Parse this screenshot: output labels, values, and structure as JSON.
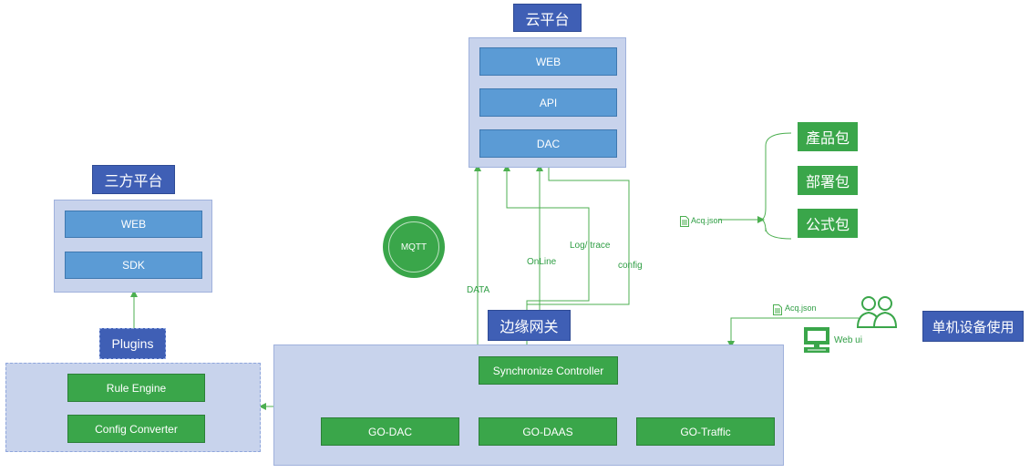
{
  "cloud": {
    "title": "云平台",
    "items": [
      "WEB",
      "API",
      "DAC"
    ]
  },
  "third_party": {
    "title": "三方平台",
    "items": [
      "WEB",
      "SDK"
    ]
  },
  "edge": {
    "title": "边缘网关",
    "controller": "Synchronize Controller",
    "modules": [
      "GO-DAC",
      "GO-DAAS",
      "GO-Traffic"
    ]
  },
  "plugins": {
    "title": "Plugins",
    "items": [
      "Rule Engine",
      "Config Converter"
    ]
  },
  "mqtt": "MQTT",
  "flows": {
    "data": "DATA",
    "online": "OnLine",
    "log": "Log/ trace",
    "config": "config"
  },
  "packages": {
    "items": [
      "產品包",
      "部署包",
      "公式包"
    ],
    "file_label": "Acq.json"
  },
  "standalone": {
    "title": "单机设备使用",
    "file_label": "Acq.json",
    "webui": "Web ui"
  },
  "colors": {
    "line": "#4caf50",
    "panel": "#c8d3ec",
    "blue_item": "#5b9bd5",
    "green_item": "#3aa64a",
    "title": "#3f5fb5"
  }
}
